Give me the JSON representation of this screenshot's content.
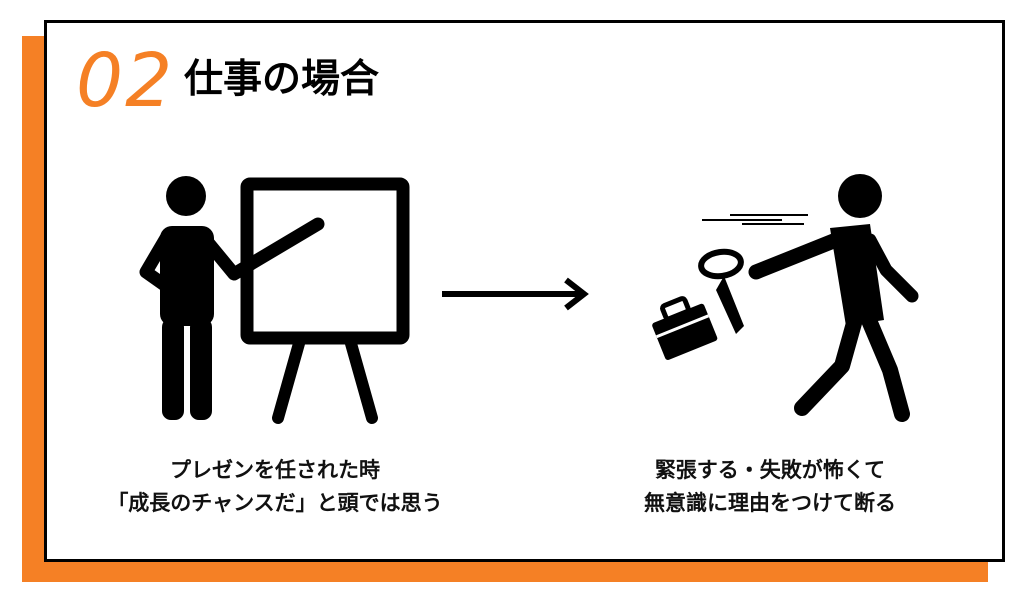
{
  "colors": {
    "accent": "#f58025",
    "ink": "#000000",
    "background": "#ffffff"
  },
  "heading": {
    "number": "02",
    "title": "仕事の場合"
  },
  "left": {
    "icon": "presenter-at-board-icon",
    "caption_line1": "プレゼンを任された時",
    "caption_line2": "「成長のチャンスだ」と頭では思う"
  },
  "arrow": {
    "icon": "arrow-right-icon"
  },
  "right": {
    "icon": "person-throwing-away-bag-icon",
    "caption_line1": "緊張する・失敗が怖くて",
    "caption_line2": "無意識に理由をつけて断る"
  }
}
